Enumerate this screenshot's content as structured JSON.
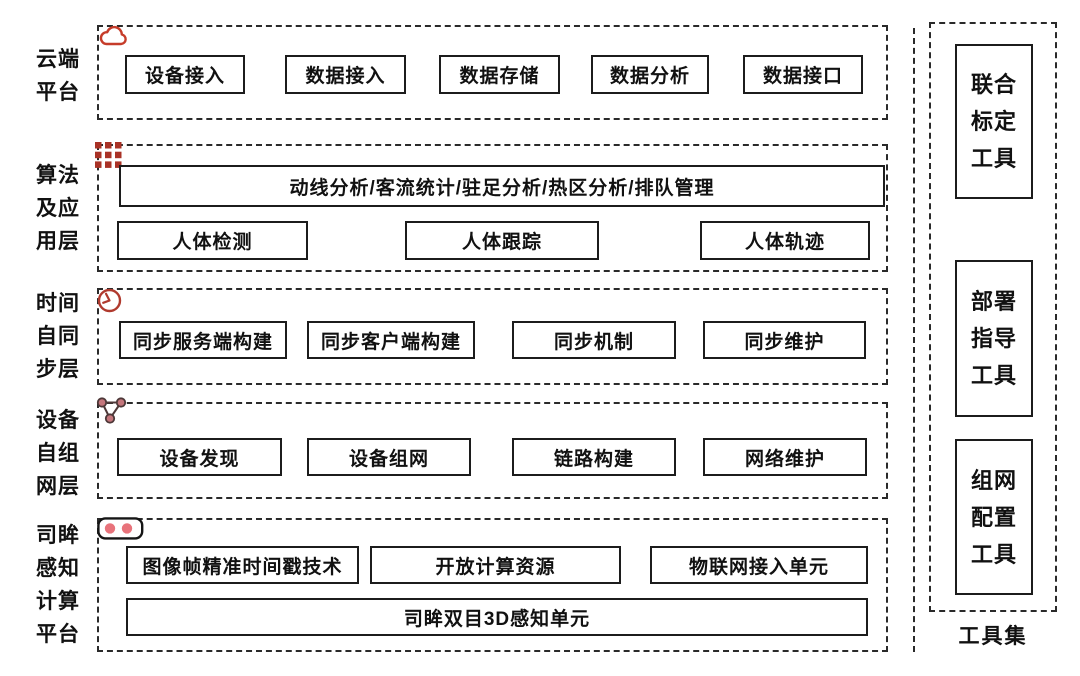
{
  "colors": {
    "accent_red": "#c0392b",
    "grid_red": "#a93226",
    "node_pink": "#c4767c",
    "dot_pink": "#e8737b",
    "line_black": "#1c1c1c"
  },
  "layers": [
    {
      "name": "cloud-platform",
      "label_lines": [
        "云端",
        "平台"
      ],
      "icon": "cloud-icon",
      "boxes": [
        "设备接入",
        "数据接入",
        "数据存储",
        "数据分析",
        "数据接口"
      ]
    },
    {
      "name": "algorithm-application-layer",
      "label_lines": [
        "算法",
        "及应",
        "用层"
      ],
      "icon": "grid-icon",
      "wide_box": "动线分析/客流统计/驻足分析/热区分析/排队管理",
      "boxes": [
        "人体检测",
        "人体跟踪",
        "人体轨迹"
      ]
    },
    {
      "name": "time-self-sync-layer",
      "label_lines": [
        "时间",
        "自同",
        "步层"
      ],
      "icon": "clock-icon",
      "boxes": [
        "同步服务端构建",
        "同步客户端构建",
        "同步机制",
        "同步维护"
      ]
    },
    {
      "name": "device-ad-hoc-network-layer",
      "label_lines": [
        "设备",
        "自组",
        "网层"
      ],
      "icon": "network-icon",
      "boxes": [
        "设备发现",
        "设备组网",
        "链路构建",
        "网络维护"
      ]
    },
    {
      "name": "simou-perception-computing-platform",
      "label_lines": [
        "司眸",
        "感知",
        "计算",
        "平台"
      ],
      "icon": "stereo-camera-icon",
      "boxes": [
        "图像帧精准时间戳技术",
        "开放计算资源",
        "物联网接入单元"
      ],
      "wide_box": "司眸双目3D感知单元"
    }
  ],
  "toolset": {
    "label": "工具集",
    "tools": [
      {
        "name": "joint-calibration-tool",
        "lines": [
          "联合",
          "标定",
          "工具"
        ]
      },
      {
        "name": "deployment-guide-tool",
        "lines": [
          "部署",
          "指导",
          "工具"
        ]
      },
      {
        "name": "networking-config-tool",
        "lines": [
          "组网",
          "配置",
          "工具"
        ]
      }
    ]
  }
}
